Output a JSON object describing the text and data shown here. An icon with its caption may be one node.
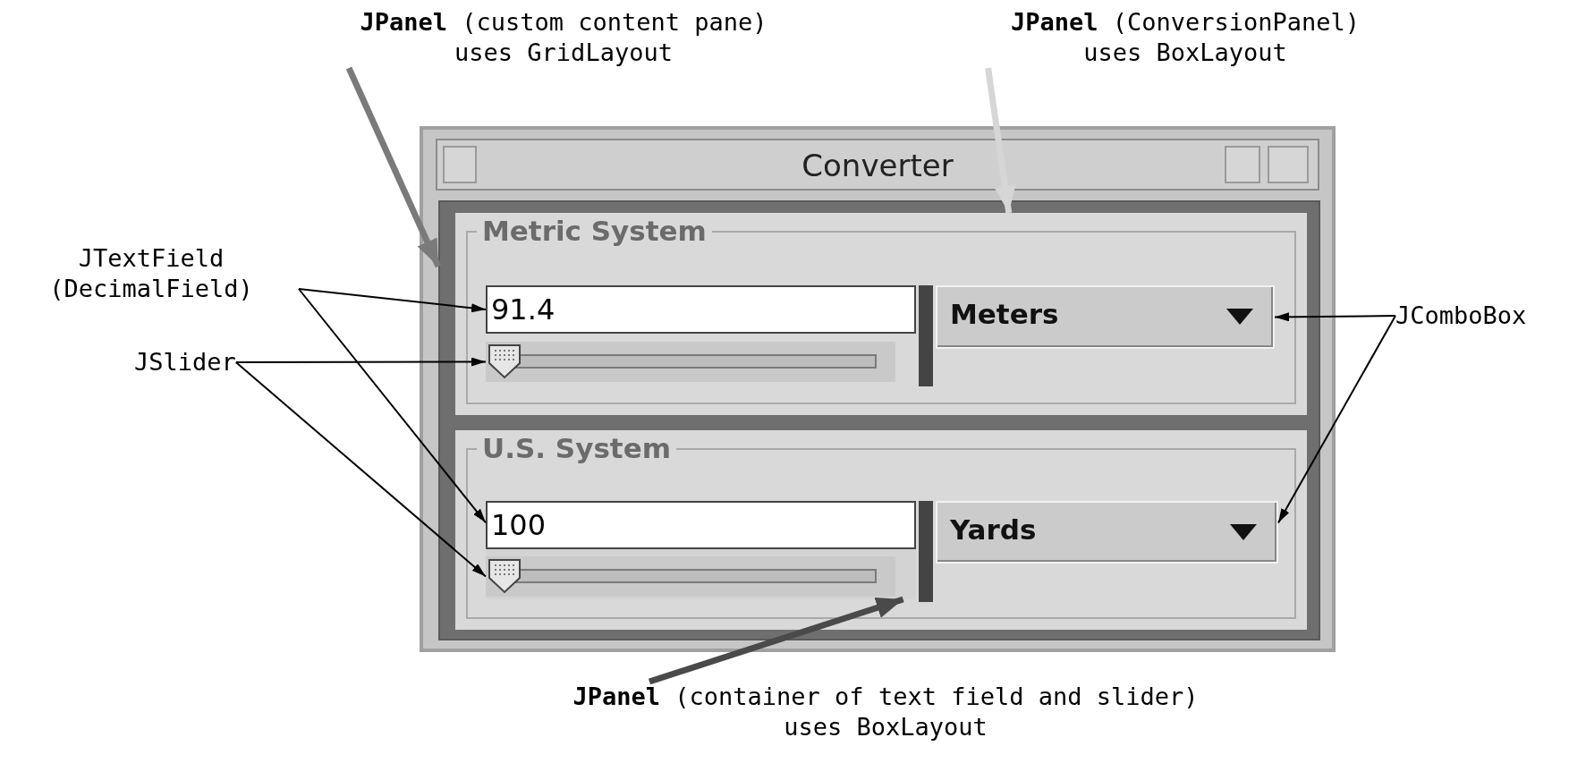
{
  "diagram": {
    "nodes": [
      {
        "text": [
          "**JPanel** (custom content pane)",
          "uses GridLayout"
        ]
      },
      {
        "text": [
          "**JPanel** (ConversionPanel)",
          "uses BoxLayout"
        ]
      },
      {
        "text": [
          "JTextField (DecimalField)"
        ]
      },
      {
        "text": [
          "JSlider"
        ]
      },
      {
        "text": [
          "JComboBox"
        ]
      },
      {
        "text": [
          "Converter"
        ]
      },
      {
        "text": [],
        "shape": "box",
        "in": 5
      },
      {
        "text": [
          "Metric System"
        ],
        "in": 6
      },
      {
        "text": [
          "91.4"
        ],
        "in": 7
      },
      {
        "text": [],
        "shape": "slider",
        "in": 7
      },
      {
        "text": [
          "Meters"
        ],
        "in": 7
      },
      {
        "text": [
          "U.S. System"
        ],
        "in": 6
      },
      {
        "text": [],
        "shape": "box",
        "in": 11
      },
      {
        "text": [
          "100"
        ],
        "in": 12
      },
      {
        "text": [],
        "shape": "slider",
        "in": 12
      },
      {
        "text": [
          "Yards"
        ],
        "in": 11
      },
      {
        "text": [
          "**JPanel** (container of text field and slider)",
          "uses BoxLayout"
        ]
      }
    ],
    "edges": [
      {
        "from": 0,
        "to": 6,
        "arrow": "to",
        "style": "thick",
        "color": "#7a7a7a"
      },
      {
        "from": 1,
        "to": 7,
        "arrow": "to",
        "style": "thick",
        "color": "#d6d6d6"
      },
      {
        "from": 2,
        "to": 8,
        "arrow": "to"
      },
      {
        "from": 2,
        "to": 13,
        "arrow": "to"
      },
      {
        "from": 3,
        "to": 9,
        "arrow": "to"
      },
      {
        "from": 3,
        "to": 14,
        "arrow": "to"
      },
      {
        "from": 4,
        "to": 10,
        "arrow": "to"
      },
      {
        "from": 4,
        "to": 15,
        "arrow": "to"
      },
      {
        "from": 16,
        "to": 12,
        "arrow": "to",
        "style": "thick",
        "color": "#4a4a4a"
      }
    ]
  }
}
